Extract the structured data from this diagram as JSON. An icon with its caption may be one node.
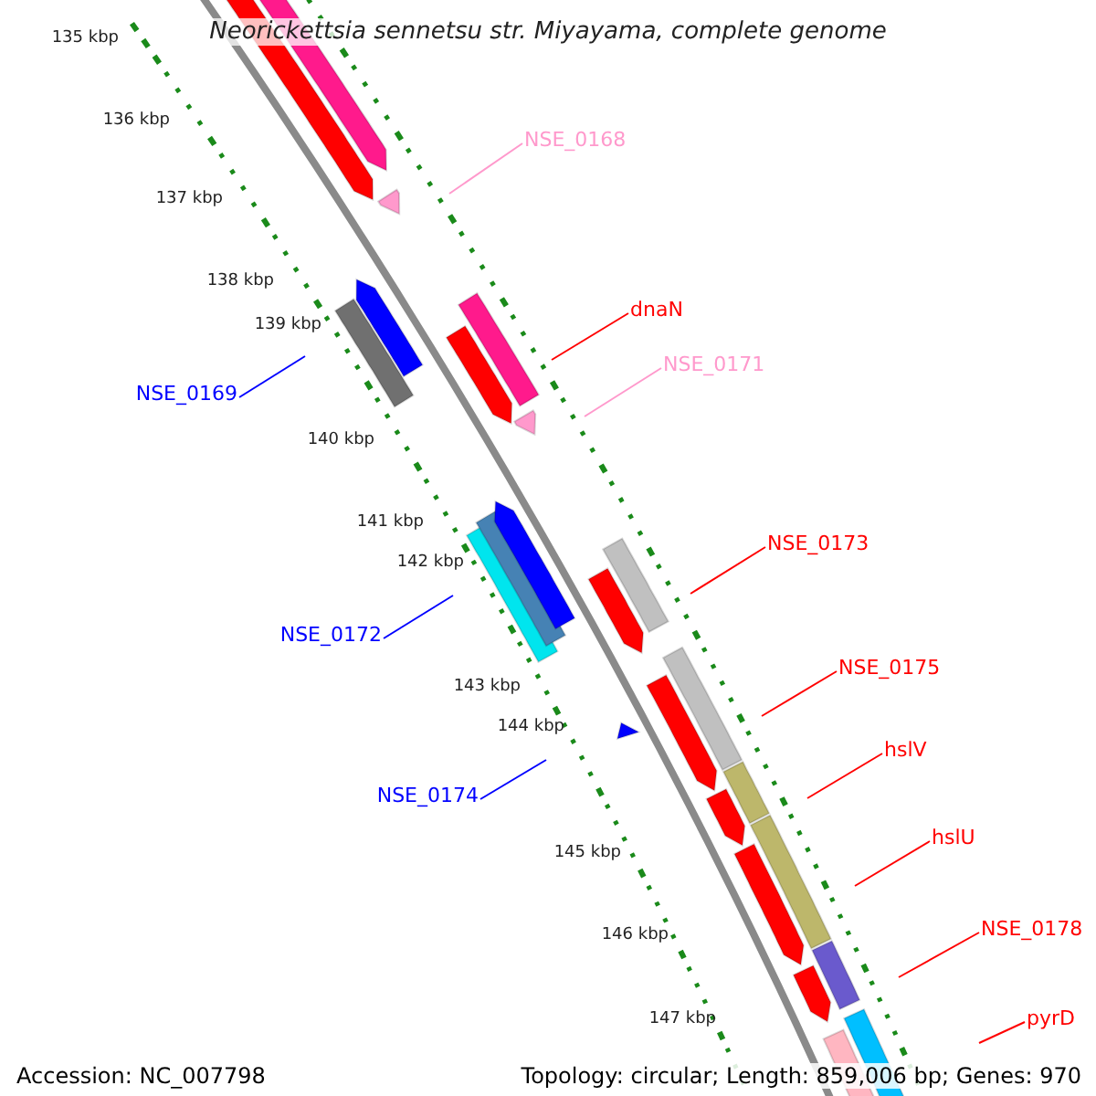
{
  "diagram": {
    "title": "Neorickettsia sennetsu str. Miyayama, complete genome",
    "nodes": [
      {
        "text": [
          "NSE_0168"
        ]
      },
      {
        "text": [
          "dnaN"
        ]
      },
      {
        "text": [
          "NSE_0171"
        ]
      },
      {
        "text": [
          "NSE_0169"
        ]
      },
      {
        "text": [
          "NSE_0173"
        ]
      },
      {
        "text": [
          "NSE_0172"
        ]
      },
      {
        "text": [
          "NSE_0175"
        ]
      },
      {
        "text": [
          "NSE_0174"
        ]
      },
      {
        "text": [
          "hslV"
        ]
      },
      {
        "text": [
          "hslU"
        ]
      },
      {
        "text": [
          "NSE_0178"
        ]
      },
      {
        "text": [
          "pyrD"
        ]
      }
    ],
    "edges": [
      {
        "from": 0,
        "to": null,
        "arrow": "none",
        "color": "#ff99cc"
      },
      {
        "from": 1,
        "to": null,
        "arrow": "none"
      },
      {
        "from": 2,
        "to": null,
        "arrow": "none",
        "color": "#ff99cc"
      },
      {
        "from": 3,
        "to": null,
        "arrow": "none",
        "color": "#0000ff"
      },
      {
        "from": 4,
        "to": null,
        "arrow": "none"
      },
      {
        "from": 5,
        "to": null,
        "arrow": "none",
        "color": "#0000ff"
      },
      {
        "from": 6,
        "to": null,
        "arrow": "none"
      },
      {
        "from": 7,
        "to": null,
        "arrow": "none",
        "color": "#0000ff"
      },
      {
        "from": 8,
        "to": null,
        "arrow": "none"
      },
      {
        "from": 9,
        "to": null,
        "arrow": "none"
      },
      {
        "from": 10,
        "to": null,
        "arrow": "none"
      },
      {
        "from": 11,
        "to": null,
        "arrow": "none"
      }
    ],
    "labels": [
      "135 kbp",
      "136 kbp",
      "137 kbp",
      "138 kbp",
      "139 kbp",
      "140 kbp",
      "141 kbp",
      "142 kbp",
      "143 kbp",
      "144 kbp",
      "145 kbp",
      "146 kbp",
      "147 kbp",
      "Accession: NC_007798",
      "Topology: circular; Length: 859,006 bp; Genes: 970"
    ]
  }
}
